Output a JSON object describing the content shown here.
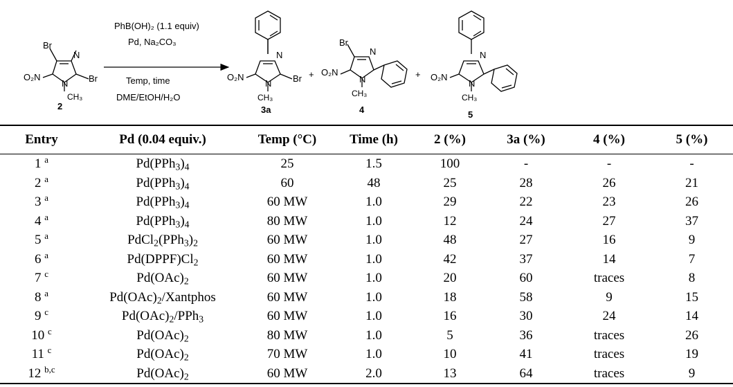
{
  "scheme": {
    "reactant": {
      "label": "2"
    },
    "conditions": {
      "line1": "PhB(OH)₂ (1.1 equiv)",
      "line2": "Pd, Na₂CO₃",
      "line3": "Temp, time",
      "line4": "DME/EtOH/H₂O"
    },
    "products": [
      {
        "label": "3a"
      },
      {
        "label": "4"
      },
      {
        "label": "5"
      }
    ],
    "plus": "+",
    "atoms": {
      "br": "Br",
      "n": "N",
      "o2n": "O₂N",
      "ch3": "CH₃"
    }
  },
  "table": {
    "headers": [
      "Entry",
      "Pd (0.04 equiv.)",
      "Temp (°C)",
      "Time (h)",
      "2 (%)",
      "3a (%)",
      "4 (%)",
      "5 (%)"
    ],
    "rows": [
      {
        "entry": "1",
        "note": "a",
        "pd": "Pd(PPh3)4",
        "temp": "25",
        "time": "1.5",
        "c2": "100",
        "c3a": "-",
        "c4": "-",
        "c5": "-"
      },
      {
        "entry": "2",
        "note": "a",
        "pd": "Pd(PPh3)4",
        "temp": "60",
        "time": "48",
        "c2": "25",
        "c3a": "28",
        "c4": "26",
        "c5": "21"
      },
      {
        "entry": "3",
        "note": "a",
        "pd": "Pd(PPh3)4",
        "temp": "60 MW",
        "time": "1.0",
        "c2": "29",
        "c3a": "22",
        "c4": "23",
        "c5": "26"
      },
      {
        "entry": "4",
        "note": "a",
        "pd": "Pd(PPh3)4",
        "temp": "80 MW",
        "time": "1.0",
        "c2": "12",
        "c3a": "24",
        "c4": "27",
        "c5": "37"
      },
      {
        "entry": "5",
        "note": "a",
        "pd": "PdCl2(PPh3)2",
        "temp": "60 MW",
        "time": "1.0",
        "c2": "48",
        "c3a": "27",
        "c4": "16",
        "c5": "9"
      },
      {
        "entry": "6",
        "note": "a",
        "pd": "Pd(DPPF)Cl2",
        "temp": "60 MW",
        "time": "1.0",
        "c2": "42",
        "c3a": "37",
        "c4": "14",
        "c5": "7"
      },
      {
        "entry": "7",
        "note": "c",
        "pd": "Pd(OAc)2",
        "temp": "60 MW",
        "time": "1.0",
        "c2": "20",
        "c3a": "60",
        "c4": "traces",
        "c5": "8"
      },
      {
        "entry": "8",
        "note": "a",
        "pd": "Pd(OAc)2/Xantphos",
        "temp": "60 MW",
        "time": "1.0",
        "c2": "18",
        "c3a": "58",
        "c4": "9",
        "c5": "15"
      },
      {
        "entry": "9",
        "note": "c",
        "pd": "Pd(OAc)2/PPh3",
        "temp": "60 MW",
        "time": "1.0",
        "c2": "16",
        "c3a": "30",
        "c4": "24",
        "c5": "14"
      },
      {
        "entry": "10",
        "note": "c",
        "pd": "Pd(OAc)2",
        "temp": "80 MW",
        "time": "1.0",
        "c2": "5",
        "c3a": "36",
        "c4": "traces",
        "c5": "26"
      },
      {
        "entry": "11",
        "note": "c",
        "pd": "Pd(OAc)2",
        "temp": "70 MW",
        "time": "1.0",
        "c2": "10",
        "c3a": "41",
        "c4": "traces",
        "c5": "19"
      },
      {
        "entry": "12",
        "note": "b,c",
        "pd": "Pd(OAc)2",
        "temp": "60 MW",
        "time": "2.0",
        "c2": "13",
        "c3a": "64",
        "c4": "traces",
        "c5": "9"
      }
    ]
  }
}
